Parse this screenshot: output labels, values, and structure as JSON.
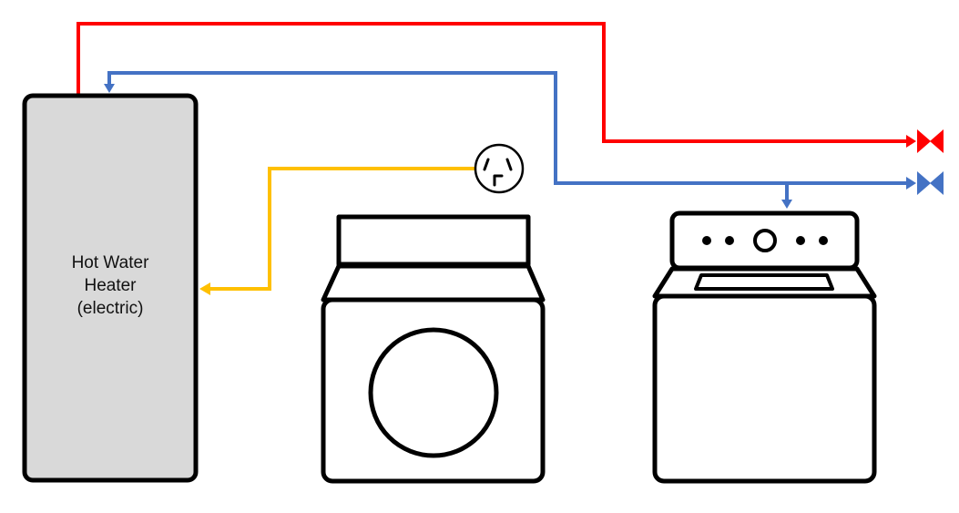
{
  "heater": {
    "line1": "Hot Water",
    "line2": "Heater",
    "line3": "(electric)"
  },
  "colors": {
    "hot_water": "#ff0000",
    "cold_water": "#4472c4",
    "electric": "#ffc000",
    "heater_fill": "#d9d9d9",
    "outline": "#000000"
  },
  "icons": {
    "outlet": "240v-outlet-icon",
    "dryer": "dryer-icon",
    "washer": "washer-icon",
    "hot_valve": "valve-icon",
    "cold_valve": "valve-icon"
  }
}
